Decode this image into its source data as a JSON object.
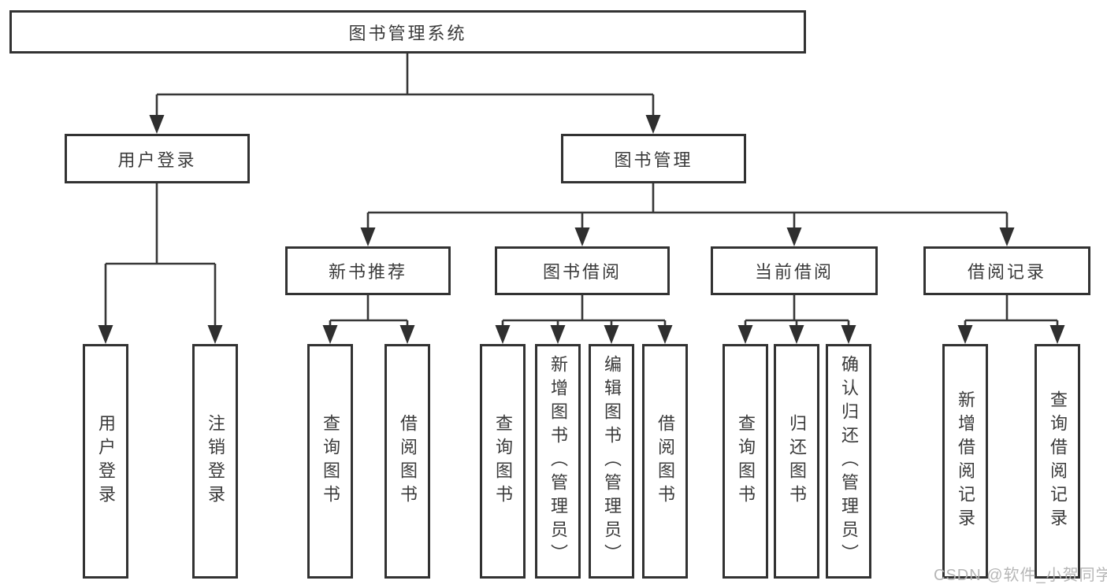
{
  "diagram_title": "图书管理系统",
  "nodes": {
    "root": {
      "label": "图书管理系统"
    },
    "user_login": {
      "label": "用户登录"
    },
    "book_management": {
      "label": "图书管理"
    },
    "leaf_user_login": {
      "label": "用户登录"
    },
    "leaf_logout": {
      "label": "注销登录"
    },
    "new_book_recommend": {
      "label": "新书推荐"
    },
    "book_borrowing": {
      "label": "图书借阅"
    },
    "current_borrowing": {
      "label": "当前借阅"
    },
    "borrowing_records": {
      "label": "借阅记录"
    },
    "nb_query_books": {
      "label": "查询图书"
    },
    "nb_borrow_books": {
      "label": "借阅图书"
    },
    "bb_query_books": {
      "label": "查询图书"
    },
    "bb_add_books": {
      "label": "新增图书（管理员）"
    },
    "bb_edit_books": {
      "label": "编辑图书（管理员）"
    },
    "bb_borrow_books": {
      "label": "借阅图书"
    },
    "cb_query_books": {
      "label": "查询图书"
    },
    "cb_return_books": {
      "label": "归还图书"
    },
    "cb_confirm_return": {
      "label": "确认归还（管理员）"
    },
    "br_add_record": {
      "label": "新增借阅记录"
    },
    "br_query_record": {
      "label": "查询借阅记录"
    }
  },
  "watermark": {
    "text": "CSDN @软件_小贺同学"
  },
  "colors": {
    "line": "#373737",
    "box_border": "#323232",
    "text": "#3a3a3a",
    "watermark": "#b3b3b3",
    "background": "#ffffff"
  }
}
